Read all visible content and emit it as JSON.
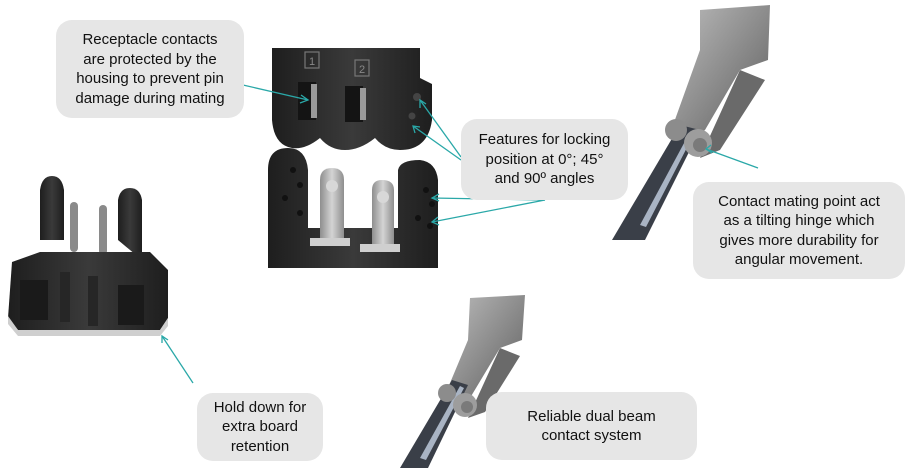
{
  "callouts": {
    "receptacle": {
      "lines": [
        "Receptacle contacts",
        "are protected by the",
        "housing to prevent pin",
        "damage during mating"
      ]
    },
    "locking": {
      "lines": [
        "Features for locking",
        "position at 0°; 45°",
        "and 90º angles"
      ]
    },
    "hinge": {
      "lines": [
        "Contact mating point act",
        "as a tilting hinge which",
        "gives more durability for",
        "angular movement."
      ]
    },
    "holddown": {
      "lines": [
        "Hold down for",
        "extra board",
        "retention"
      ]
    },
    "dualbeam": {
      "lines": [
        "Reliable dual beam",
        "contact system"
      ]
    }
  },
  "housing_labels": {
    "slot1": "1",
    "slot2": "2"
  },
  "colors": {
    "callout_bg": "#e6e6e6",
    "arrow": "#2aa8a8",
    "part_dark": "#2b2b2b",
    "part_metal": "#b8b8b8"
  }
}
